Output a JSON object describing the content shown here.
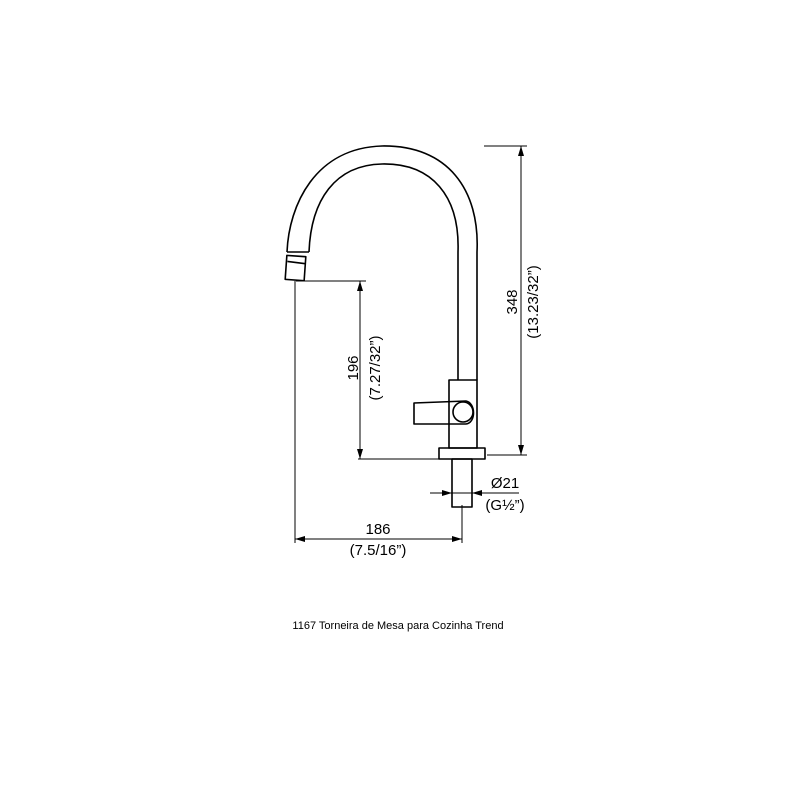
{
  "caption": "1167 Torneira de Mesa para Cozinha Trend",
  "dimensions": {
    "total_height": {
      "value": "348",
      "imperial": "(13.23/32”)"
    },
    "spout_height": {
      "value": "196",
      "imperial": "(7.27/32”)"
    },
    "reach": {
      "value": "186",
      "imperial": "(7.5/16”)"
    },
    "thread": {
      "value": "Ø21",
      "imperial": "(G½”)"
    }
  }
}
